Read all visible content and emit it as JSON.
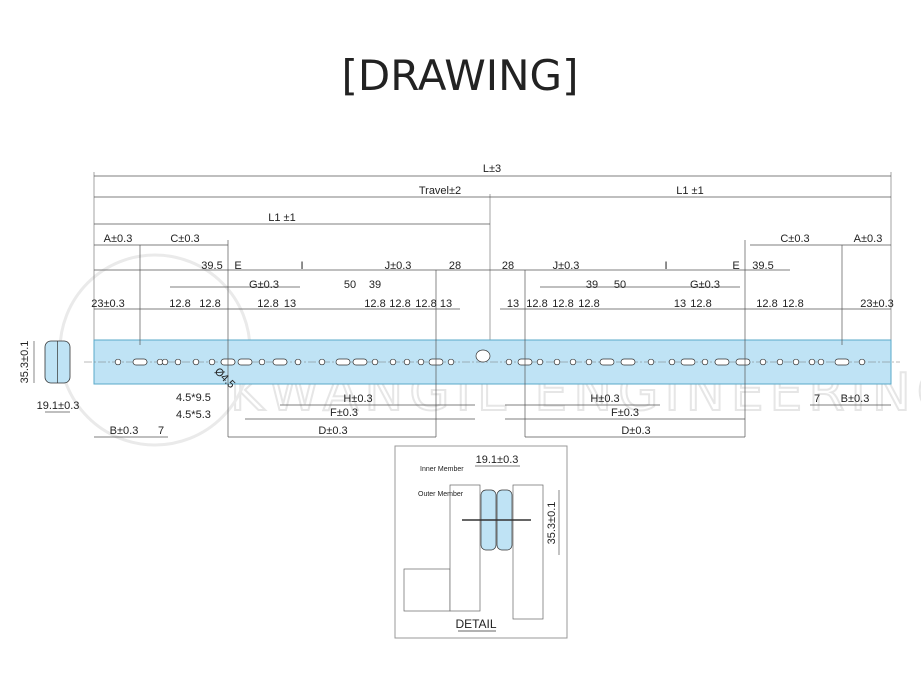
{
  "title": "[DRAWING]",
  "watermark": "KWANGIL ENGINEERING",
  "top": {
    "L": "L±3",
    "travel": "Travel±2",
    "L1_left": "L1 ±1",
    "L1_right": "L1 ±1"
  },
  "left": {
    "A": "A±0.3",
    "C": "C±0.3",
    "d39_5": "39.5",
    "E": "E",
    "I": "I",
    "J": "J±0.3",
    "d28": "28",
    "G": "G±0.3",
    "d50": "50",
    "d39": "39",
    "d23": "23±0.3",
    "r4": [
      "12.8",
      "12.8",
      "12.8",
      "13",
      "12.8",
      "12.8",
      "12.8",
      "13"
    ],
    "dia": "Ø4.5",
    "slot1": "4.5*9.5",
    "slot2": "4.5*5.3",
    "H": "H±0.3",
    "F": "F±0.3",
    "D": "D±0.3",
    "B": "B±0.3",
    "d7": "7",
    "height": "35.3±0.1",
    "width": "19.1±0.3"
  },
  "right": {
    "C": "C±0.3",
    "A": "A±0.3",
    "d28": "28",
    "J": "J±0.3",
    "I": "I",
    "E": "E",
    "d39_5": "39.5",
    "d39": "39",
    "d50": "50",
    "G": "G±0.3",
    "r4": [
      "13",
      "12.8",
      "12.8",
      "12.8",
      "13",
      "12.8",
      "12.8",
      "12.8"
    ],
    "d23": "23±0.3",
    "H": "H±0.3",
    "F": "F±0.3",
    "D": "D±0.3",
    "d7": "7",
    "B": "B±0.3"
  },
  "detail": {
    "width": "19.1±0.3",
    "height": "35.3±0.1",
    "inner": "Inner Member",
    "outer": "Outer Member",
    "label": "DETAIL"
  },
  "colors": {
    "rail": "#bfe3f5",
    "rail_stroke": "#5aa9c9"
  }
}
